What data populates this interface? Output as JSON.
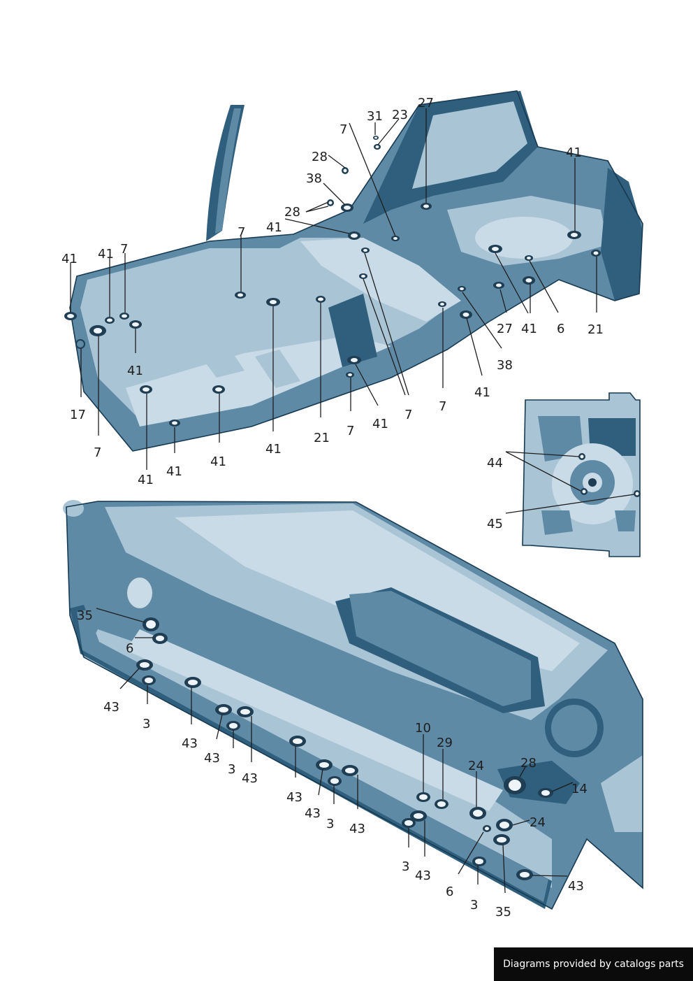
{
  "watermark": "Diagrams provided by catalogs parts",
  "colors": {
    "dark": "#2f5f7c",
    "mid": "#5e8aa6",
    "light": "#a9c4d5",
    "pale": "#c9dbe6"
  },
  "labels": {
    "top": [
      "41",
      "41",
      "7",
      "7",
      "28",
      "41",
      "38",
      "28",
      "7",
      "31",
      "23",
      "27",
      "41",
      "41",
      "17",
      "7",
      "41",
      "41",
      "41",
      "41",
      "21",
      "7",
      "41",
      "7",
      "7",
      "41",
      "38",
      "27",
      "41",
      "6",
      "21"
    ],
    "inset": [
      "44",
      "45"
    ],
    "bottom": [
      "35",
      "6",
      "43",
      "3",
      "43",
      "43",
      "3",
      "43",
      "43",
      "43",
      "3",
      "43",
      "10",
      "29",
      "24",
      "28",
      "14",
      "24",
      "3",
      "43",
      "6",
      "3",
      "35",
      "43"
    ]
  }
}
